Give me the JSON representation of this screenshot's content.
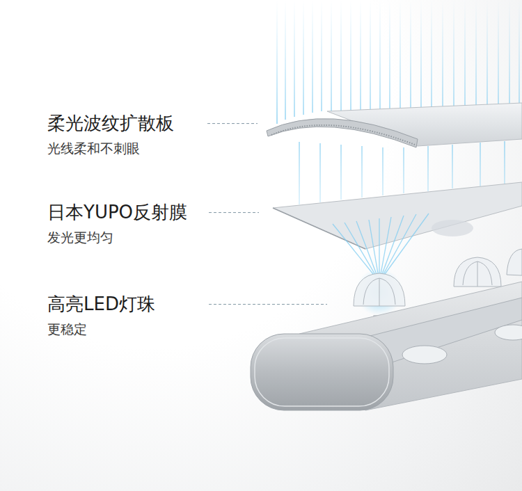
{
  "diagram": {
    "labels": [
      "柔光波纹扩散板",
      "光线柔和不刺眼",
      "日本YUPO反射膜",
      "发光更均匀",
      "高亮LED灯珠",
      "更稳定"
    ]
  }
}
